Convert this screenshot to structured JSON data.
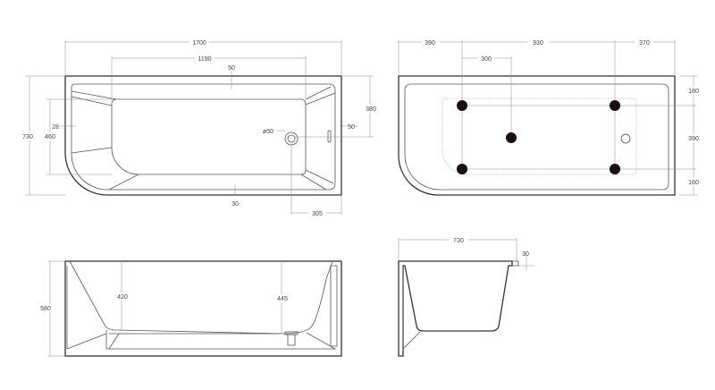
{
  "top_view": {
    "overall_length": "1700",
    "basin_length": "1190",
    "rim_top": "50",
    "overall_width": "730",
    "basin_width": "460",
    "rim_left": "28",
    "rim_bottom": "30",
    "drain_offset_y": "380",
    "overflow_offset": "50",
    "drain_diameter": "ø50",
    "drain_offset_x": "305"
  },
  "support_view": {
    "left_offset": "390",
    "leg_spacing": "930",
    "right_offset": "370",
    "center_leg_offset": "300",
    "top_offset": "180",
    "leg_depth_spacing": "390",
    "bottom_offset": "160"
  },
  "side_view": {
    "height": "580",
    "depth_left": "420",
    "depth_right": "445"
  },
  "end_view": {
    "width": "730",
    "rim_thickness": "30"
  }
}
